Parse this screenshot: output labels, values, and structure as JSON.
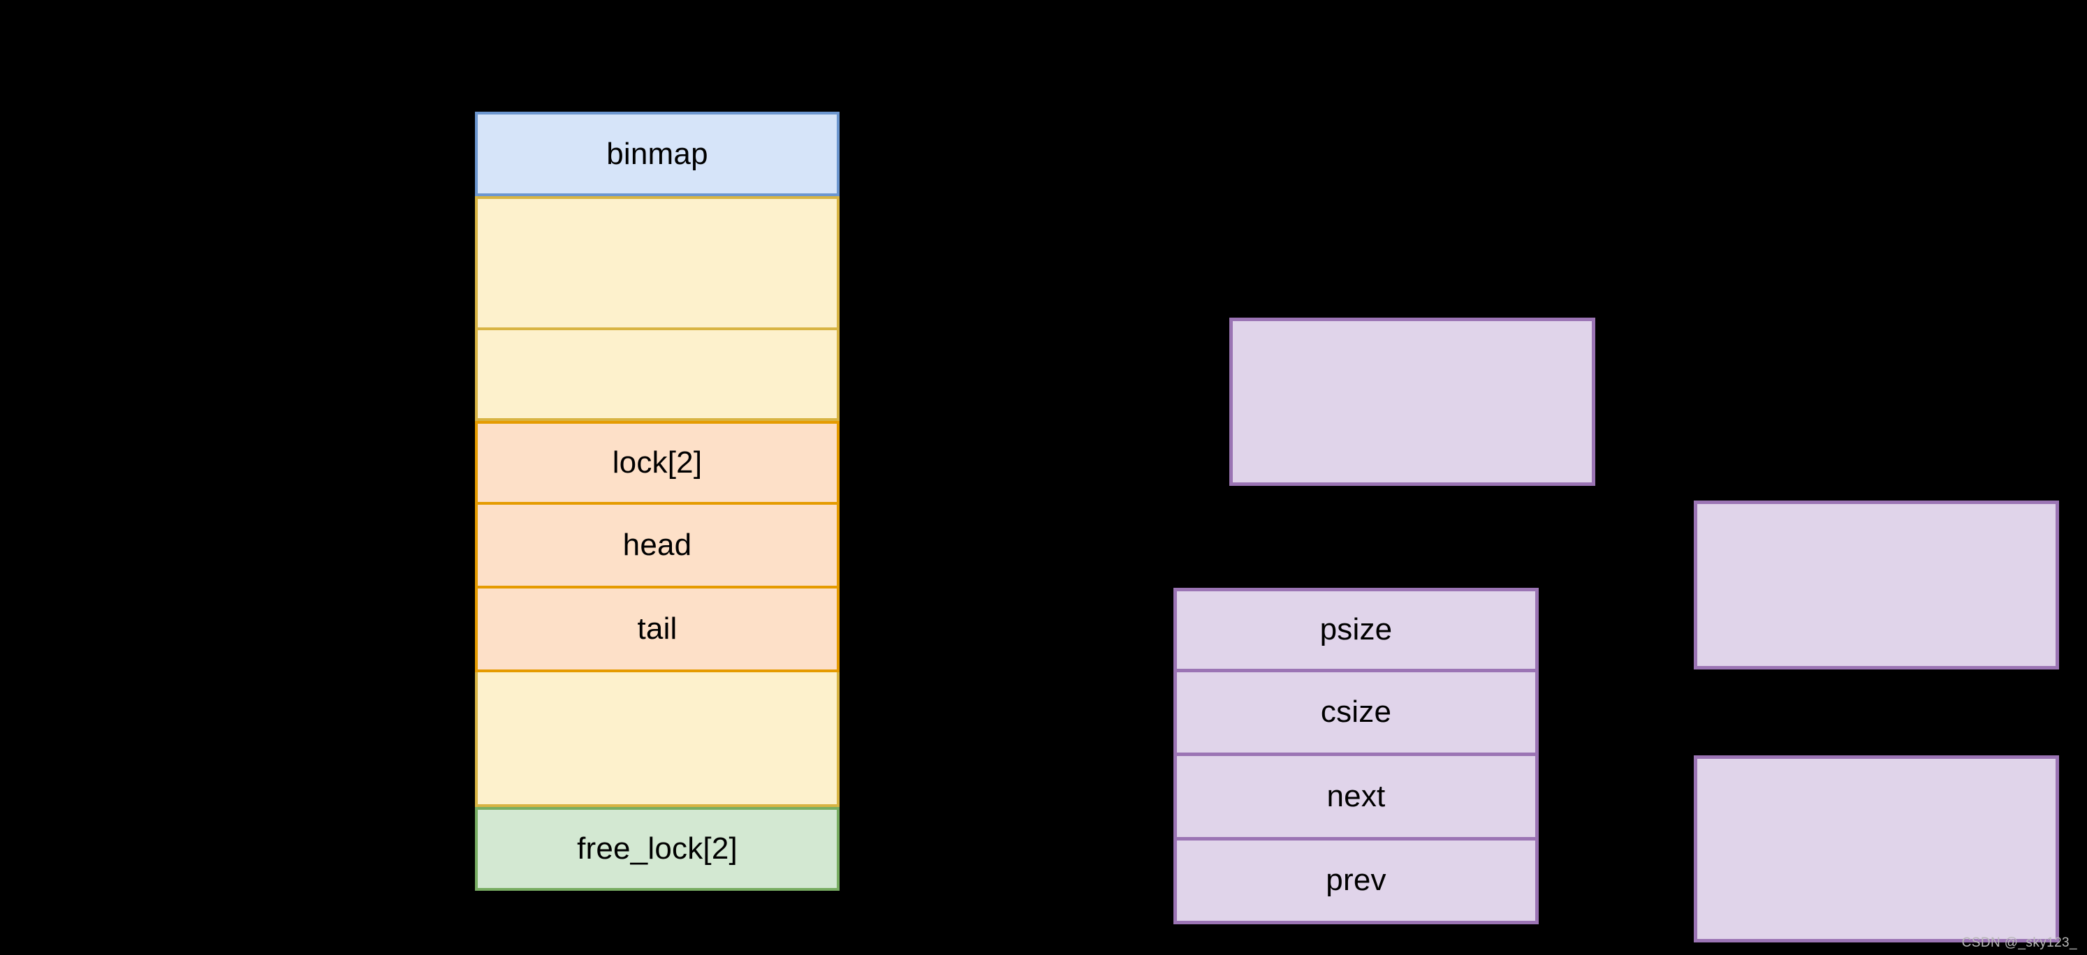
{
  "diagram": {
    "background_color": "#000000",
    "watermark": "CSDN @_sky123_",
    "left_struct": {
      "name": "mal-struct-table",
      "rows": [
        {
          "label": "binmap",
          "fill": "#d6e4f9",
          "border": "#6c96cf",
          "kind": "binmap"
        },
        {
          "label": "",
          "fill": "#fdf1cc",
          "border": "#d8b443",
          "kind": "padding"
        },
        {
          "label": "",
          "fill": "#fdf1cc",
          "border": "#d8b443",
          "kind": "padding"
        },
        {
          "label": "lock[2]",
          "fill": "#fde0c8",
          "border": "#e59b00",
          "kind": "lock"
        },
        {
          "label": "head",
          "fill": "#fde0c8",
          "border": "#e59b00",
          "kind": "lock"
        },
        {
          "label": "tail",
          "fill": "#fde0c8",
          "border": "#e59b00",
          "kind": "lock"
        },
        {
          "label": "",
          "fill": "#fdf1cc",
          "border": "#d8b443",
          "kind": "padding"
        },
        {
          "label": "free_lock[2]",
          "fill": "#d3e8d2",
          "border": "#78ad62",
          "kind": "free_lock"
        }
      ]
    },
    "chunk_struct": {
      "name": "chunk-struct-table",
      "fill": "#e0d4ea",
      "border": "#9b74b4",
      "rows": [
        {
          "label": "psize"
        },
        {
          "label": "csize"
        },
        {
          "label": "next"
        },
        {
          "label": "prev"
        }
      ]
    },
    "empty_boxes": [
      {
        "name": "chunk-header-box",
        "label": "",
        "fill": "#e0d4ea",
        "border": "#9b74b4"
      },
      {
        "name": "chunk-right-upper-box",
        "label": "",
        "fill": "#e0d4ea",
        "border": "#9b74b4"
      },
      {
        "name": "chunk-right-lower-box",
        "label": "",
        "fill": "#e0d4ea",
        "border": "#9b74b4"
      }
    ]
  }
}
